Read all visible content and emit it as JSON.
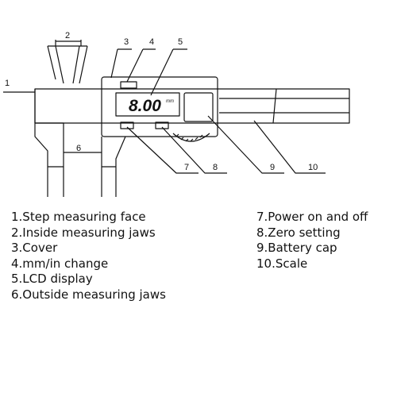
{
  "diagram": {
    "callouts": [
      "1",
      "2",
      "3",
      "4",
      "5",
      "6",
      "7",
      "8",
      "9",
      "10"
    ],
    "lcd_reading": "8.00",
    "lcd_unit": "mm"
  },
  "legend": {
    "left": [
      "1.Step measuring face",
      "2.Inside measuring jaws",
      "3.Cover",
      "4.mm/in change",
      "5.LCD display",
      "6.Outside measuring jaws"
    ],
    "right": [
      "7.Power on and off",
      "8.Zero setting",
      "9.Battery cap",
      "10.Scale"
    ]
  }
}
